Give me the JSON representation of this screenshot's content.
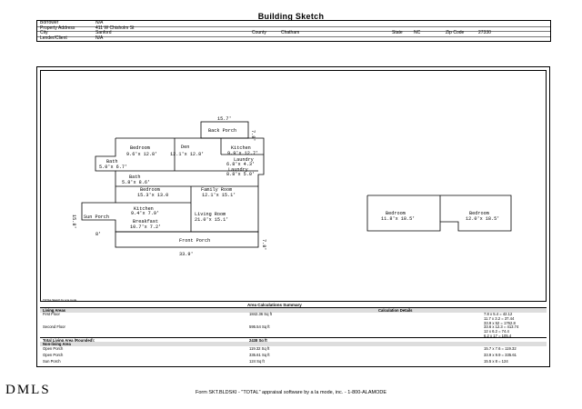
{
  "title": "Building Sketch",
  "header": [
    {
      "label": "Borrower",
      "value": "N/A"
    },
    {
      "label": "Property Address",
      "value": "411 W Chisholm St"
    },
    {
      "label": "City",
      "value": "Sanford",
      "county_label": "County",
      "county": "Chatham",
      "state_label": "State",
      "state": "NC",
      "zip_label": "Zip Code",
      "zip": "27330"
    },
    {
      "label": "Lender/Client",
      "value": "N/A"
    }
  ],
  "sketch": {
    "dims": {
      "top": "15.7'",
      "right_top": "7.8'",
      "left": "15.8'",
      "left_mid": "8'",
      "right_low": "7.8'",
      "bottom": "33.9'"
    },
    "rooms": {
      "back_porch": "Back Porch",
      "bedroom1": "Bedroom",
      "bedroom1_dim": "9.6'x 12.8'",
      "den": "Den",
      "den_dim": "12.1'x 12.8'",
      "kitchen1": "Kitchen",
      "kitchen1_dim": "9.9'x 12.7'",
      "laundry1": "Laundry",
      "laundry1_dim": "6.8'x 4.3'",
      "laundry2": "Laundry",
      "laundry2_dim": "8.8'x 5.0'",
      "bath1": "Bath",
      "bath1_dim": "5.0'x 6.7'",
      "bath2": "Bath",
      "bath2_dim": "5.8'x 8.6'",
      "bedroom2": "Bedroom",
      "bedroom2_dim": "15.3'x 13.0",
      "family": "Family Room",
      "family_dim": "12.1'x 15.1'",
      "sun_porch": "Sun Porch",
      "kitchen2": "Kitchen",
      "kitchen2_dim": "9.4'x 7.9'",
      "breakfast": "Breakfast",
      "breakfast_dim": "10.7'x 7.2'",
      "living": "Living Room",
      "living_dim": "21.0'x 15.1'",
      "front_porch": "Front Porch",
      "bedroom3": "Bedroom",
      "bedroom3_dim": "11.8'x 18.5'",
      "bedroom4": "Bedroom",
      "bedroom4_dim": "12.0'x 18.5'"
    },
    "note": "TOTAL Sketch by a la mode"
  },
  "area": {
    "title": "Area Calculations Summary",
    "col_details": "Calculation Details",
    "living_header": "Living Areas",
    "rows": [
      {
        "name": "First Floor",
        "value": "1842.36 Sq ft",
        "calcs": [
          "7.8  x  5.4  =  42.12",
          "11.7  x  3.2  =  37.44",
          "33.9  x  52  =  1762.8"
        ]
      },
      {
        "name": "Second Floor",
        "value": "595.54 Sq ft",
        "calcs": [
          "33.6  x  12.3  =  413.74",
          "12  x  6.2  =  74.4",
          "6.2  x  17  =  105.4"
        ]
      }
    ],
    "total_label": "Total Living Area (Rounded):",
    "total_value": "2438 Sq ft",
    "non_living_header": "Non-living Area",
    "non_living": [
      {
        "name": "Open Porch",
        "value": "119.32 Sq ft",
        "calc": "15.7  x  7.6  =  119.32"
      },
      {
        "name": "Open Porch",
        "value": "335.61 Sq ft",
        "calc": "33.9  x  9.9  =  335.61"
      },
      {
        "name": "Sun Porch",
        "value": "124 Sq ft",
        "calc": "15.5  x  8  =  124"
      }
    ]
  },
  "logo": "DMLS",
  "footer": "Form SKT.BLDSKI - \"TOTAL\" appraisal software by a la mode, inc. - 1-800-ALAMODE"
}
